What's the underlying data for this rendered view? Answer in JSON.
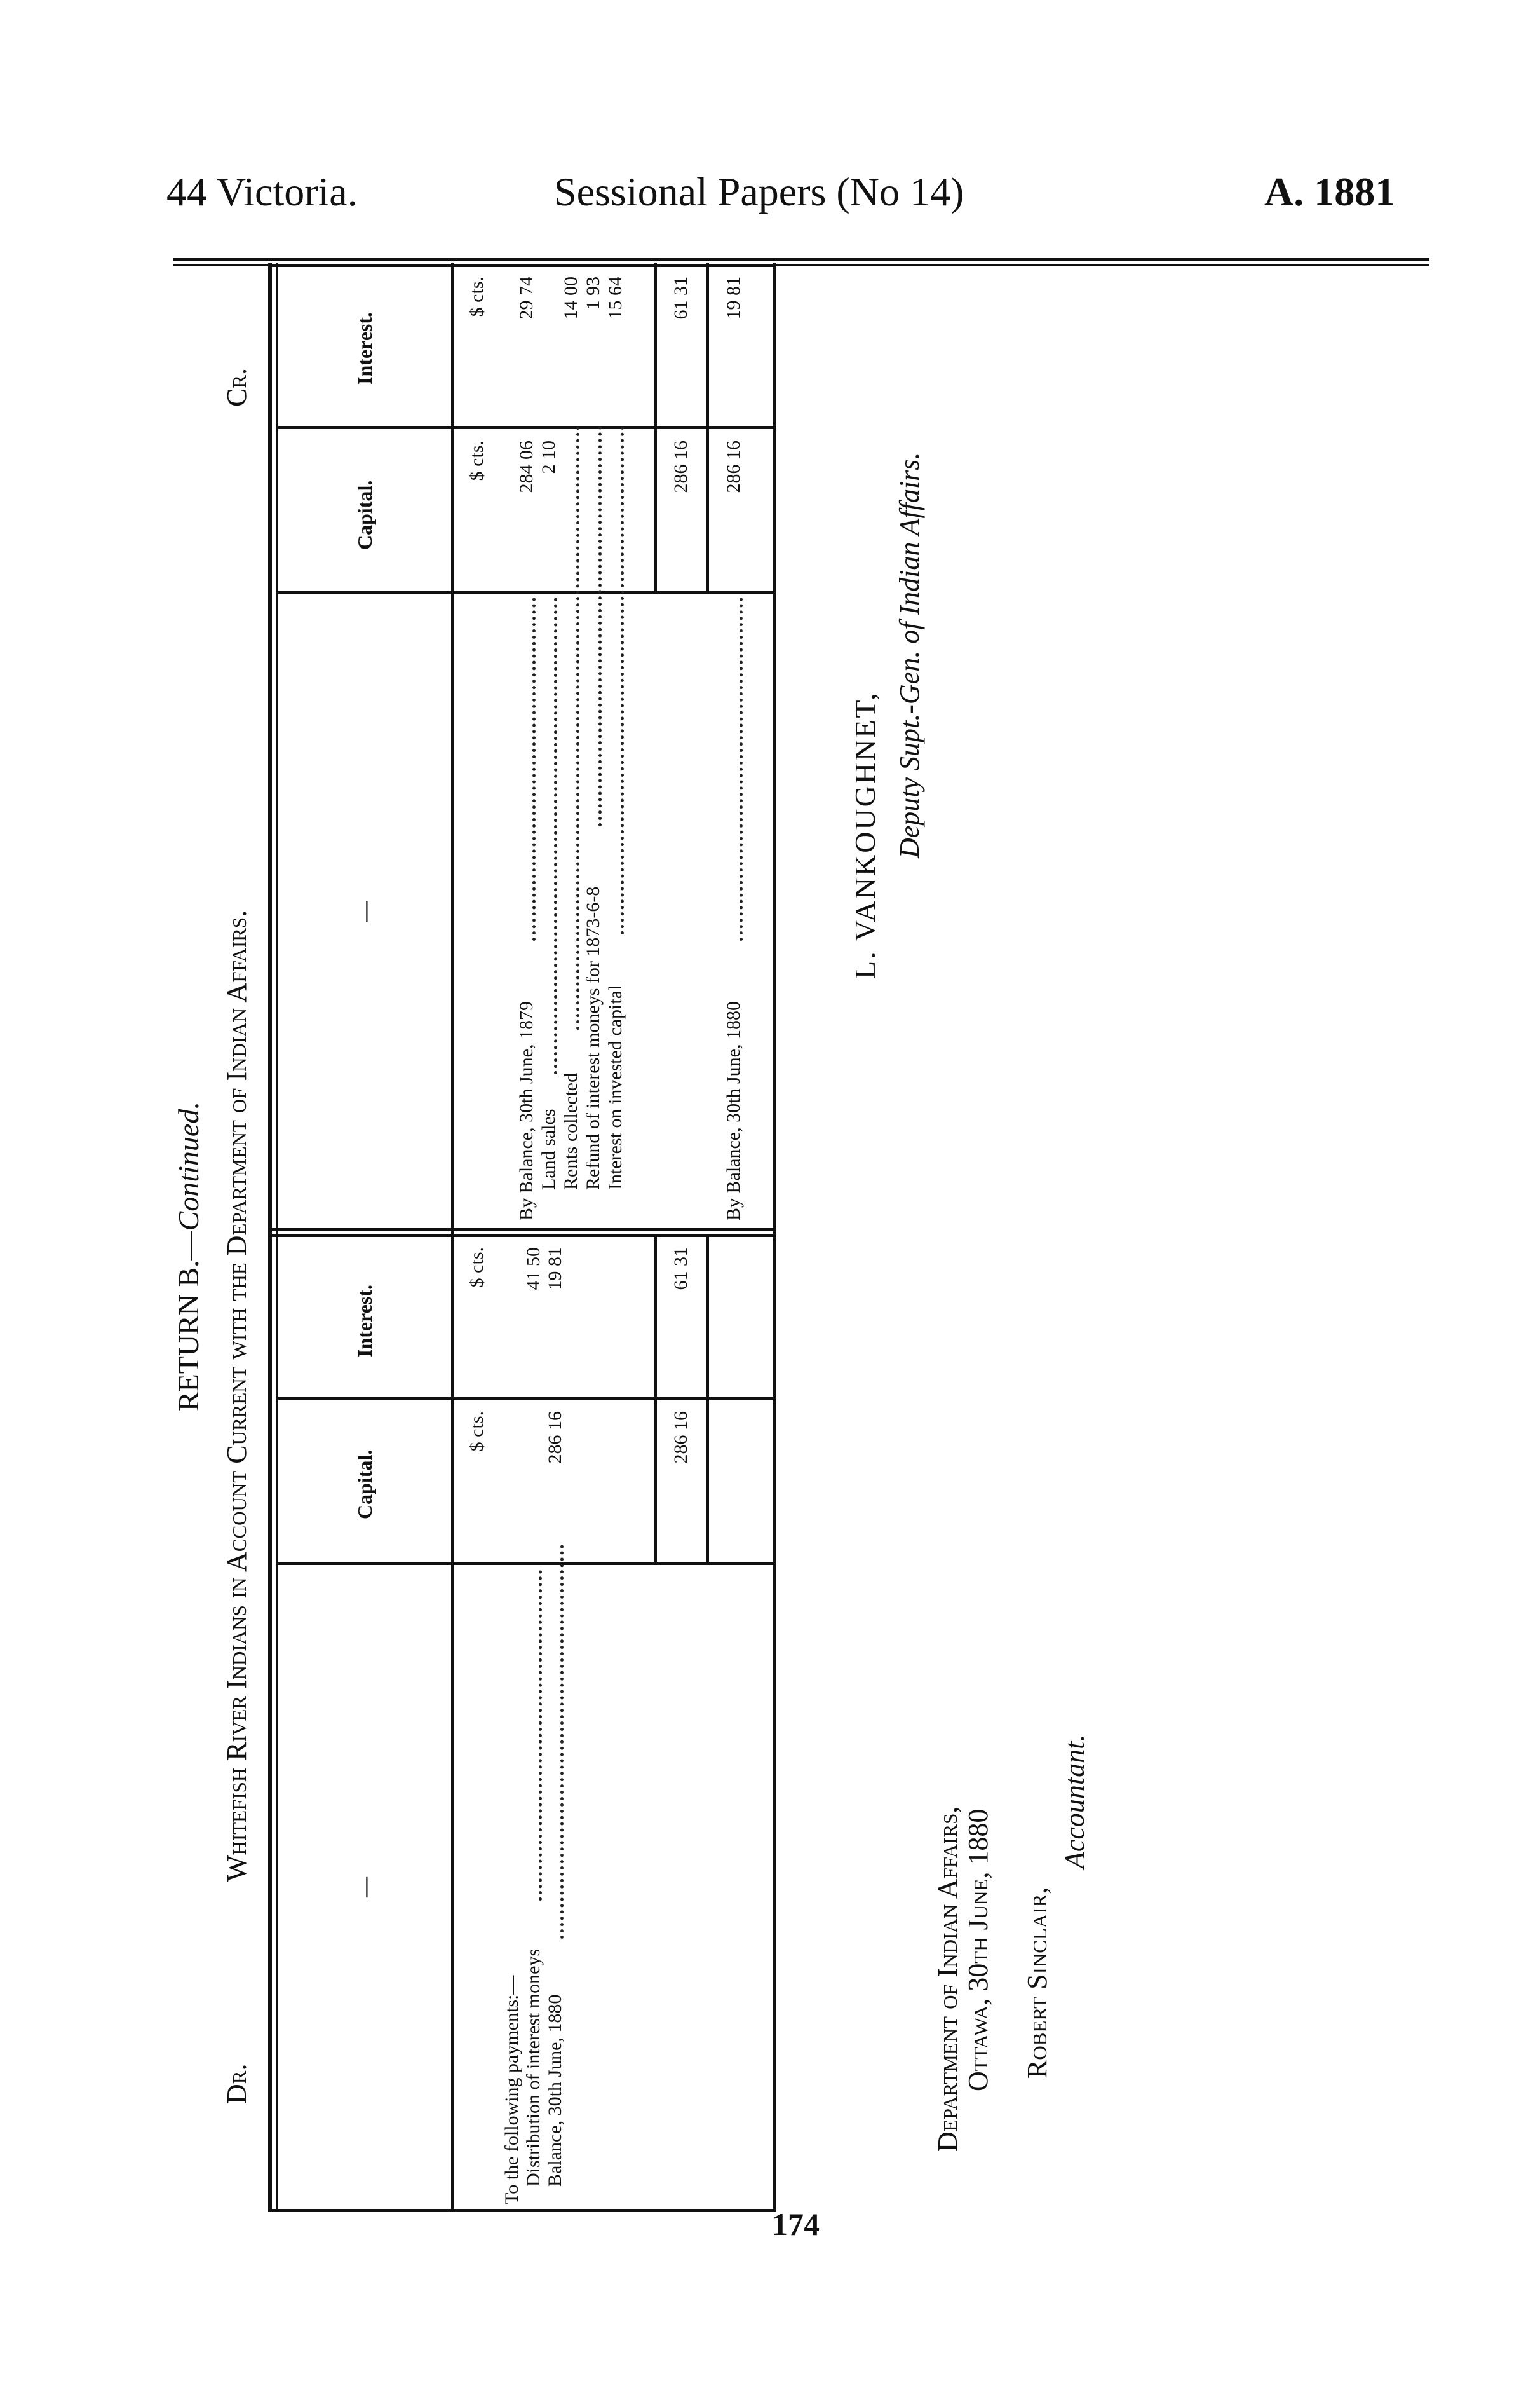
{
  "header": {
    "left": "44 Victoria.",
    "center": "Sessional Papers (No 14)",
    "right": "A. 1881"
  },
  "page_number": "174",
  "return_title": "RETURN B.—",
  "return_title_italic": "Continued.",
  "account_title": "Whitefish River Indians in Account Current with the Department of Indian Affairs.",
  "dr_label": "Dr.",
  "cr_label": "Cr.",
  "columns": {
    "text": "—",
    "capital": "Capital.",
    "interest": "Interest.",
    "units": "$ cts."
  },
  "debit": {
    "rows": [
      {
        "label": "To the following payments:—",
        "capital": "",
        "interest": ""
      },
      {
        "label": "Distribution of interest moneys",
        "capital": "",
        "interest": "41 50"
      },
      {
        "label": "Balance, 30th June, 1880",
        "capital": "286 16",
        "interest": "19 81"
      }
    ],
    "totals": {
      "capital": "286 16",
      "interest": "61 31"
    }
  },
  "credit": {
    "rows": [
      {
        "label": "By Balance, 30th June, 1879",
        "capital": "284 06",
        "interest": "29 74"
      },
      {
        "label": "Land sales",
        "capital": "2 10",
        "interest": ""
      },
      {
        "label": "Rents collected",
        "capital": "",
        "interest": "14 00"
      },
      {
        "label": "Refund of interest moneys for 1873-6-8",
        "capital": "",
        "interest": "1 93"
      },
      {
        "label": "Interest on invested capital",
        "capital": "",
        "interest": "15 64"
      }
    ],
    "totals": {
      "capital": "286 16",
      "interest": "61 31"
    },
    "balance": {
      "label": "By Balance, 30th June, 1880",
      "capital": "286 16",
      "interest": "19 81"
    }
  },
  "signatures": {
    "name": "L. VANKOUGHNET,",
    "title": "Deputy Supt.-Gen. of Indian Affairs.",
    "dept": "Department of Indian Affairs,",
    "place_date": "Ottawa, 30th June, 1880",
    "accountant_name": "Robert Sinclair,",
    "accountant_title": "Accountant."
  }
}
